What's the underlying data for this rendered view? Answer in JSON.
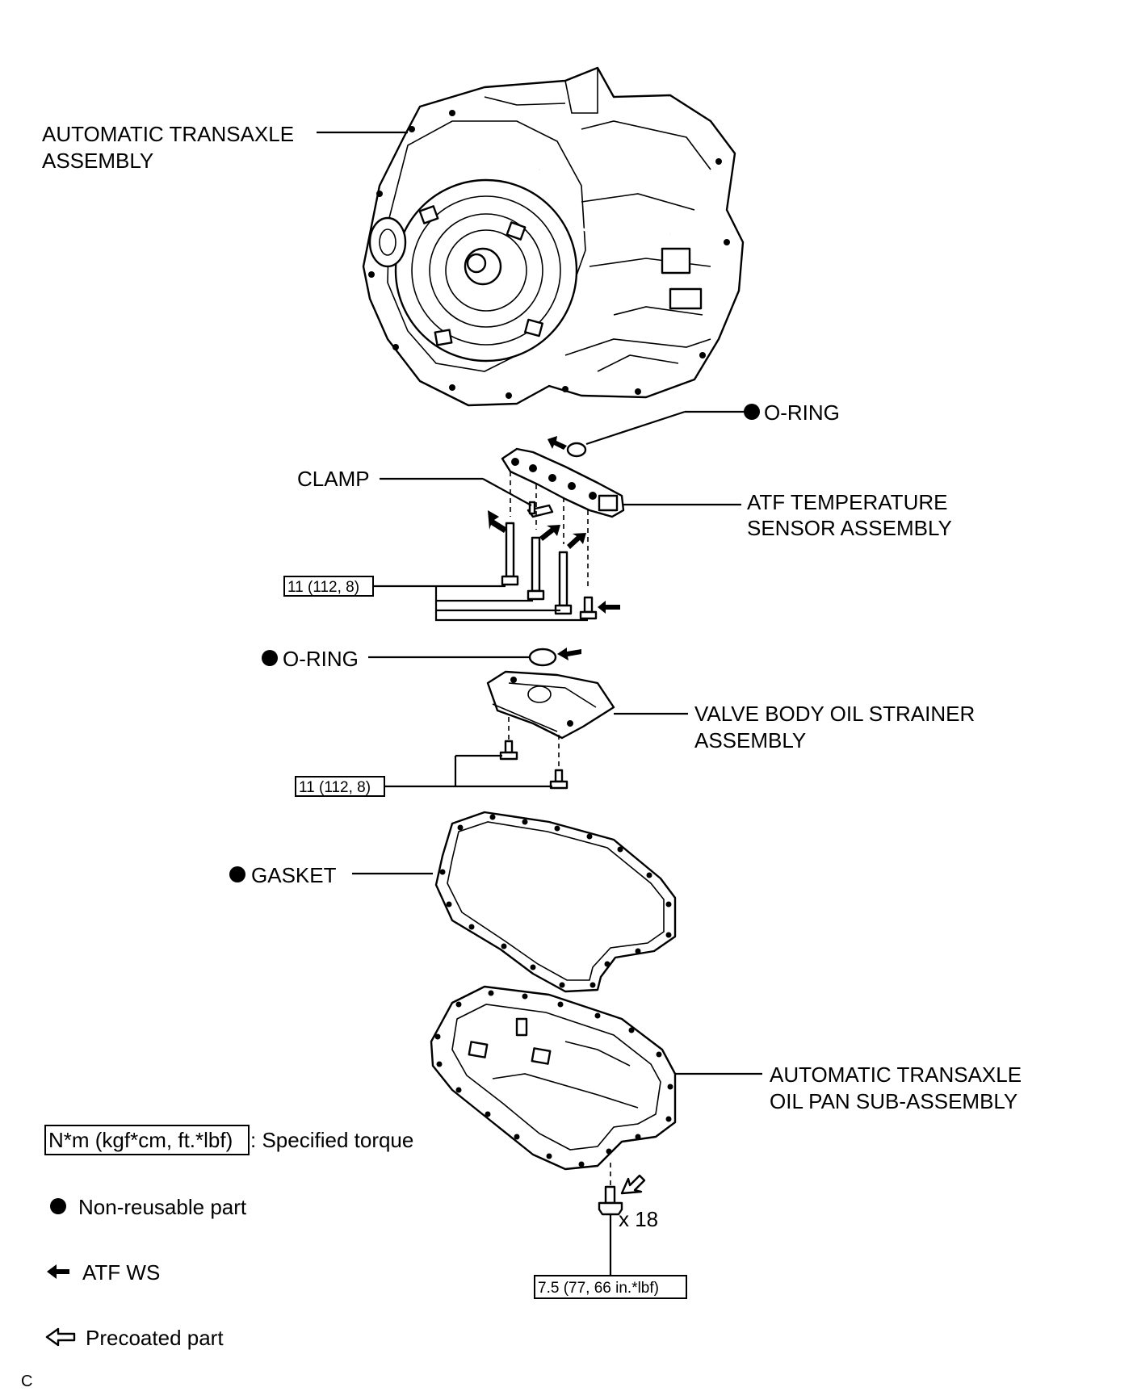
{
  "labels": {
    "transaxle_line1": "AUTOMATIC TRANSAXLE",
    "transaxle_line2": "ASSEMBLY",
    "oring_top": "O-RING",
    "clamp": "CLAMP",
    "atf_sensor_line1": "ATF TEMPERATURE",
    "atf_sensor_line2": "SENSOR ASSEMBLY",
    "oring_mid": "O-RING",
    "strainer_line1": "VALVE BODY OIL STRAINER",
    "strainer_line2": "ASSEMBLY",
    "gasket": "GASKET",
    "oilpan_line1": "AUTOMATIC TRANSAXLE",
    "oilpan_line2": "OIL PAN SUB-ASSEMBLY",
    "bolt_count": "x 18"
  },
  "torque": {
    "sensor_bolts": "11 (112, 8)",
    "strainer_bolts": "11 (112, 8)",
    "oilpan_bolts": "7.5 (77, 66 in.*lbf)"
  },
  "legend": {
    "torque_box": "N*m (kgf*cm, ft.*lbf)",
    "torque_text": ": Specified torque",
    "nonreusable": "Non-reusable part",
    "atf_ws": "ATF WS",
    "precoated": "Precoated part"
  },
  "footer": {
    "code": "C"
  }
}
